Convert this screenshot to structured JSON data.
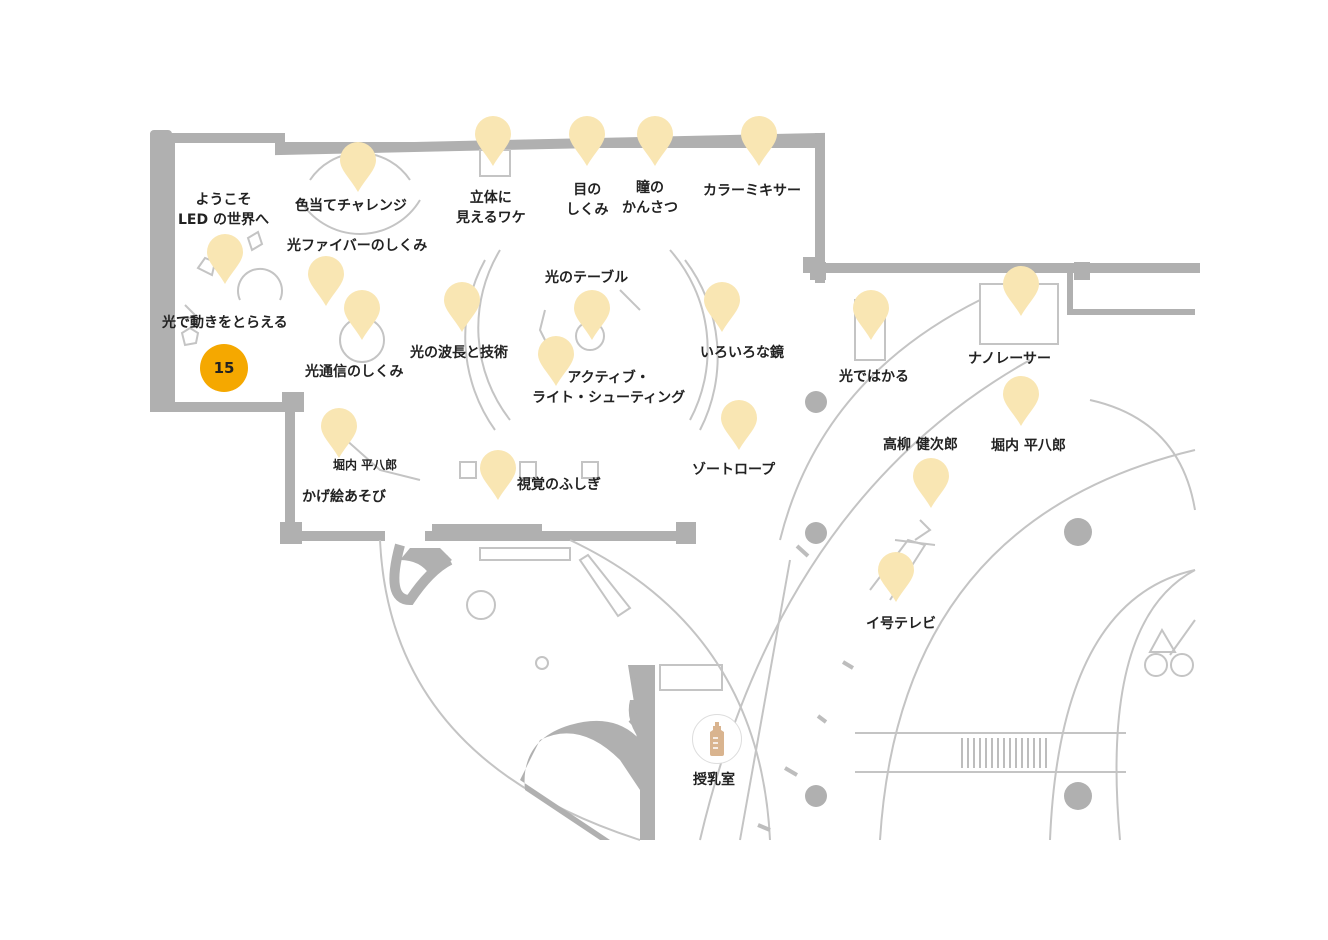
{
  "colors": {
    "wall": "#b0b0b0",
    "line": "#bdbdbd",
    "pin": "#f9e6b3",
    "badge": "#f5a800",
    "text": "#222222",
    "bottle": "#d9b48f"
  },
  "floor_badge": "15",
  "labels": {
    "welcome": "ようこそ\nLED の世界へ",
    "color_challenge": "色当てチャレンジ",
    "fiber": "光ファイバーのしくみ",
    "motion": "光で動きをとらえる",
    "comm": "光通信のしくみ",
    "stereo": "立体に\n見えるワケ",
    "eye": "目の\nしくみ",
    "pupil": "瞳の\nかんさつ",
    "mixer": "カラーミキサー",
    "table": "光のテーブル",
    "wave": "光の波長と技術",
    "active": "アクティブ・\nライト・シューティング",
    "mirror": "いろいろな鏡",
    "measure": "光ではかる",
    "nano": "ナノレーサー",
    "horiuchi1": "堀内 平八郎",
    "shadow": "かげ絵あそび",
    "visual": "視覚のふしぎ",
    "zoetrope": "ゾートロープ",
    "takayanagi": "高柳 健次郎",
    "horiuchi2": "堀内 平八郎",
    "tv": "イ号テレビ",
    "nursing": "授乳室"
  },
  "icons": {
    "marker": "map-pin-icon",
    "nursing": "baby-bottle-icon"
  }
}
